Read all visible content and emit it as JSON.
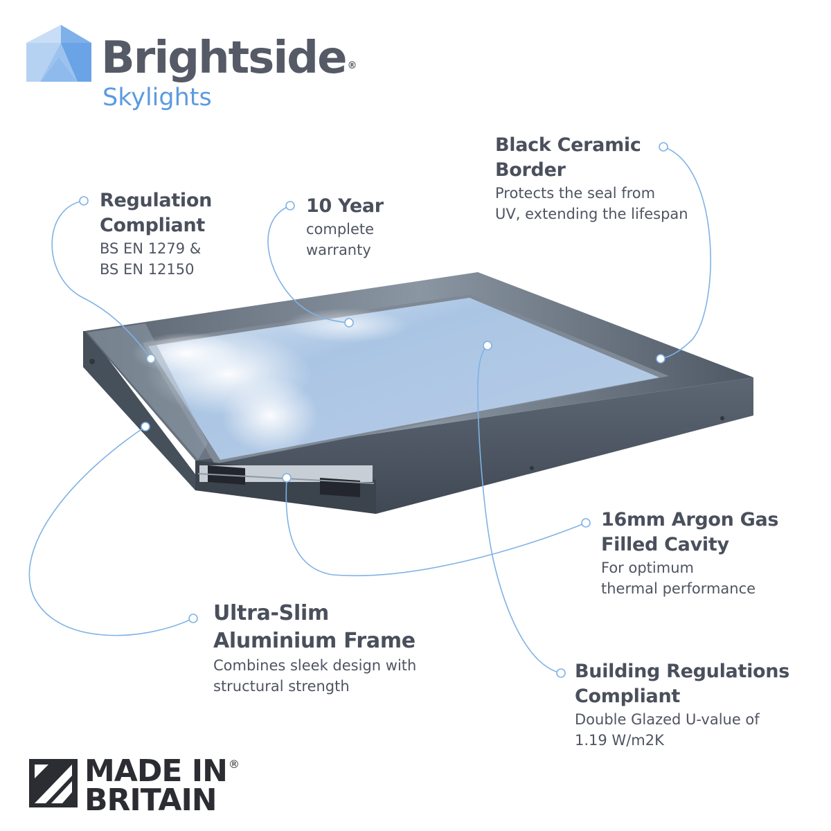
{
  "brand": {
    "name": "Brightside",
    "registered_mark": "®",
    "subtitle": "Skylights",
    "primary_color": "#555a66",
    "accent_color": "#5b9be0"
  },
  "callouts": [
    {
      "id": "regulation",
      "heading": [
        "Regulation",
        "Compliant"
      ],
      "description": [
        "BS EN 1279 &",
        "BS EN 12150"
      ]
    },
    {
      "id": "warranty",
      "heading": [
        "10 Year"
      ],
      "description": [
        "complete",
        "warranty"
      ]
    },
    {
      "id": "ceramic",
      "heading": [
        "Black Ceramic",
        "Border"
      ],
      "description": [
        "Protects the seal from",
        "UV, extending the lifespan"
      ]
    },
    {
      "id": "argon",
      "heading": [
        "16mm Argon Gas",
        "Filled Cavity"
      ],
      "description": [
        "For optimum",
        "thermal performance"
      ]
    },
    {
      "id": "frame",
      "heading": [
        "Ultra-Slim",
        "Aluminium Frame"
      ],
      "description": [
        "Combines sleek design with",
        "structural strength"
      ]
    },
    {
      "id": "building",
      "heading": [
        "Building Regulations",
        "Compliant"
      ],
      "description": [
        "Double Glazed U-value of",
        "1.19 W/m2K"
      ]
    }
  ],
  "badge": {
    "lines": [
      "MADE IN",
      "BRITAIN"
    ],
    "registered_mark": "®"
  },
  "colors": {
    "leader_line": "#7fb2e5",
    "frame": "#4d5763",
    "glass": "#a9c6e6"
  }
}
